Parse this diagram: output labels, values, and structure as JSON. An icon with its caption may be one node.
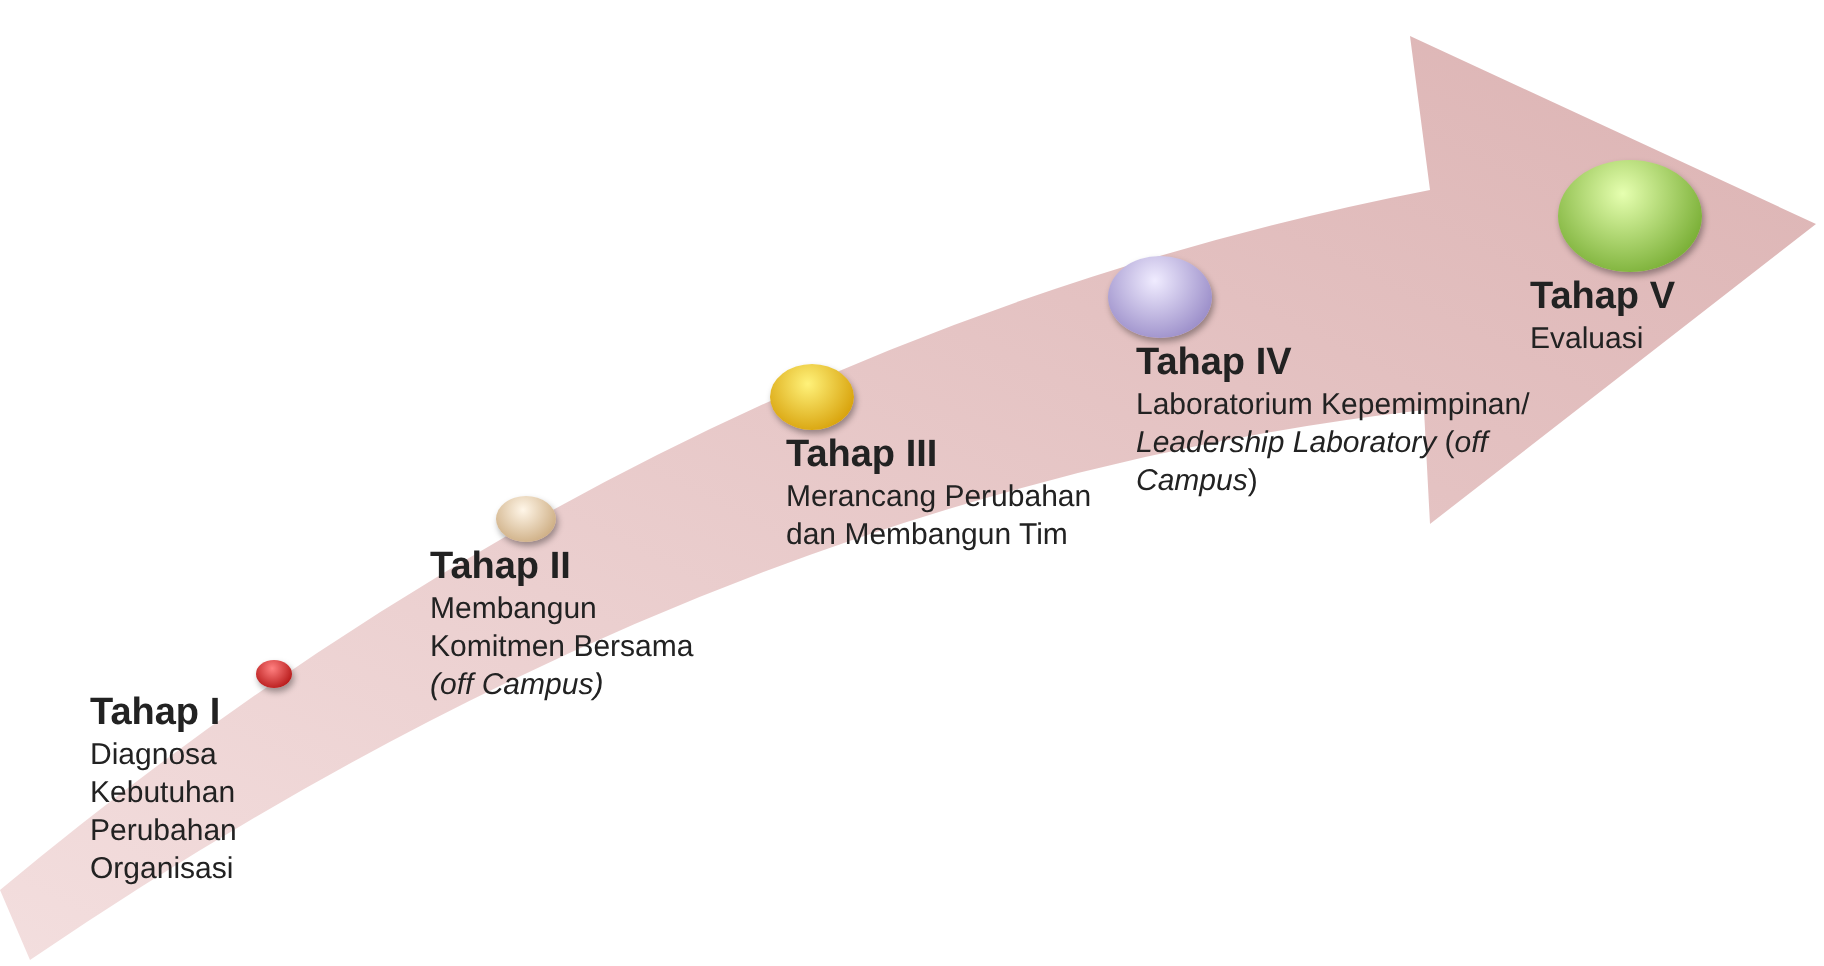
{
  "diagram": {
    "nodes": [
      {
        "text": [
          "Tahap I",
          "Diagnosa Kebutuhan Perubahan Organisasi"
        ]
      },
      {
        "text": [
          "Tahap II",
          "Membangun Komitmen Bersama *(off Campus)*"
        ]
      },
      {
        "text": [
          "Tahap III",
          "Merancang Perubahan dan Membangun Tim"
        ]
      },
      {
        "text": [
          "Tahap IV",
          "Laboratorium Kepemimpinan/ *Leadership Laboratory* (*off Campus*)"
        ]
      },
      {
        "text": [
          "Tahap V",
          "Evaluasi"
        ]
      }
    ]
  }
}
